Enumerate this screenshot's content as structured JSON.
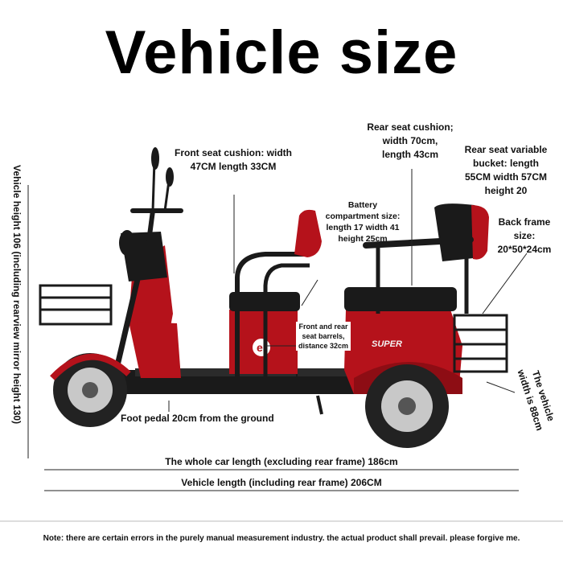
{
  "title": "Vehicle size",
  "labels": {
    "front_seat_line1": "Front seat cushion: width",
    "front_seat_line2": "47CM length 33CM",
    "rear_seat_line1": "Rear seat cushion;",
    "rear_seat_line2": "width 70cm,",
    "rear_seat_line3": "length 43cm",
    "bucket_line1": "Rear seat variable",
    "bucket_line2": "bucket: length",
    "bucket_line3": "55CM width 57CM",
    "bucket_line4": "height 20",
    "battery_line1": "Battery",
    "battery_line2": "compartment size:",
    "battery_line3": "length 17 width 41",
    "battery_line4": "height 25cm",
    "back_frame_line1": "Back frame",
    "back_frame_line2": "size:",
    "back_frame_line3": "20*50*24cm",
    "barrels_line1": "Front and rear",
    "barrels_line2": "seat barrels,",
    "barrels_line3": "distance 32cm",
    "vehicle_height": "Vehicle height 106 (including rearview mirror height 130)",
    "vehicle_width_line1": "The vehicle",
    "vehicle_width_line2": "width is 88cm",
    "foot_pedal": "Foot pedal 20cm from the ground",
    "whole_length": "The whole car length (excluding rear frame) 186cm",
    "vehicle_length": "Vehicle length (including rear frame) 206CM",
    "note": "Note: there are certain errors in the purely manual measurement industry. the actual product shall prevail. please forgive me."
  },
  "vehicle_logo_text": "SUPER",
  "colors": {
    "body_red": "#b5121b",
    "dark_red": "#7d0a10",
    "black": "#1a1a1a",
    "tire": "#222222",
    "rim": "#c8c8c8"
  }
}
